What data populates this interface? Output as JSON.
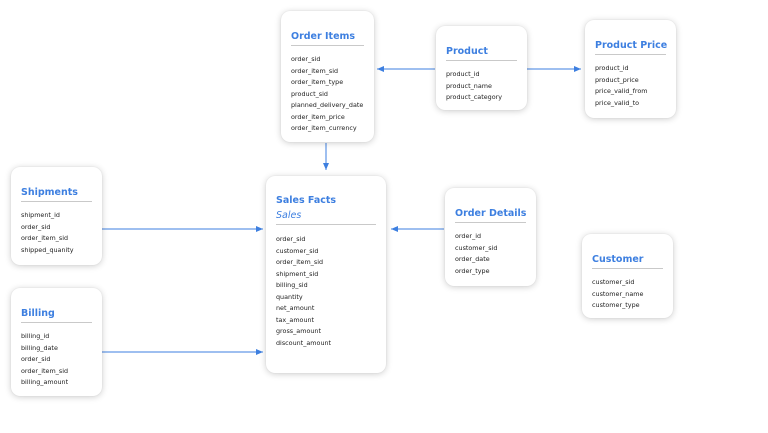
{
  "colors": {
    "accent": "#3d7fe0",
    "connector": "#3d7fe0",
    "divider": "#c9c9c9"
  },
  "entities": [
    {
      "key": "order_items",
      "title": "Order Items",
      "subtitle": "",
      "fields": [
        "order_sid",
        "order_item_sid",
        "order_item_type",
        "product_sid",
        "planned_delivery_date",
        "order_item_price",
        "order_item_currency"
      ]
    },
    {
      "key": "product",
      "title": "Product",
      "subtitle": "",
      "fields": [
        "product_id",
        "product_name",
        "product_category"
      ]
    },
    {
      "key": "product_price",
      "title": "Product Price",
      "subtitle": "",
      "fields": [
        "product_id",
        "product_price",
        "price_valid_from",
        "price_valid_to"
      ]
    },
    {
      "key": "shipments",
      "title": "Shipments",
      "subtitle": "",
      "fields": [
        "shipment_id",
        "order_sid",
        "order_item_sid",
        "shipped_quanity"
      ]
    },
    {
      "key": "sales_facts",
      "title": "Sales Facts",
      "subtitle": "Sales",
      "fields": [
        "order_sid",
        "customer_sid",
        "order_item_sid",
        "shipment_sid",
        "billing_sid",
        "quantity",
        "net_amount",
        "tax_amount",
        "gross_amount",
        "discount_amount"
      ]
    },
    {
      "key": "order_details",
      "title": "Order Details",
      "subtitle": "",
      "fields": [
        "order_id",
        "customer_sid",
        "order_date",
        "order_type"
      ]
    },
    {
      "key": "customer",
      "title": "Customer",
      "subtitle": "",
      "fields": [
        "customer_sid",
        "customer_name",
        "customer_type"
      ]
    },
    {
      "key": "billing",
      "title": "Billing",
      "subtitle": "",
      "fields": [
        "billing_id",
        "billing_date",
        "order_sid",
        "order_item_sid",
        "billing_amount"
      ]
    }
  ],
  "connections": [
    {
      "from": "Product",
      "to": "Order Items"
    },
    {
      "from": "Product",
      "to": "Product Price"
    },
    {
      "from": "Order Items",
      "to": "Sales Facts"
    },
    {
      "from": "Shipments",
      "to": "Sales Facts"
    },
    {
      "from": "Order Details",
      "to": "Sales Facts"
    },
    {
      "from": "Billing",
      "to": "Sales Facts"
    }
  ]
}
